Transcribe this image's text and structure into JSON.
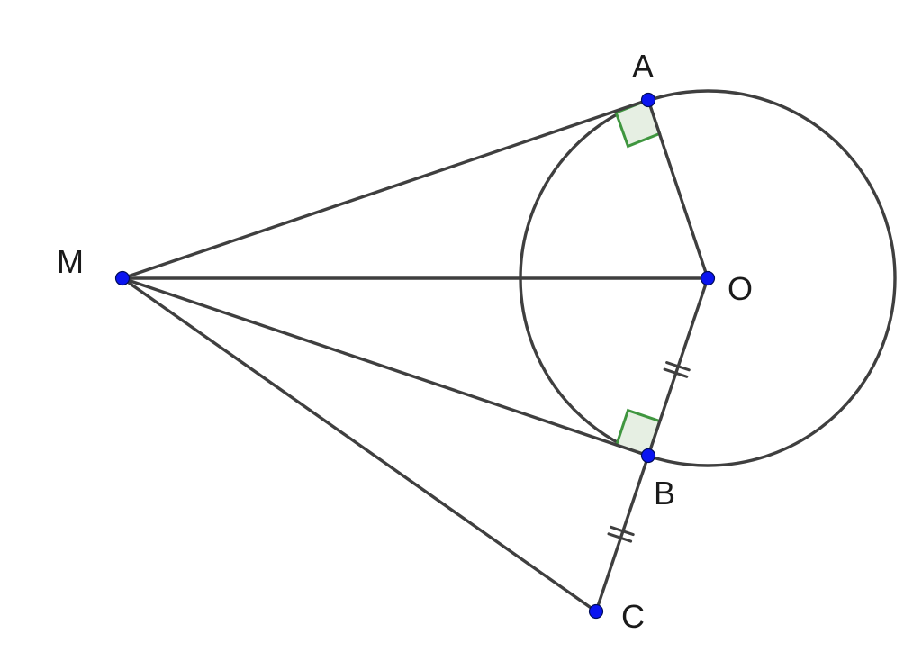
{
  "figure": {
    "points": {
      "A": {
        "label": "A"
      },
      "B": {
        "label": "B"
      },
      "C": {
        "label": "C"
      },
      "M": {
        "label": "M"
      },
      "O": {
        "label": "O"
      }
    },
    "segments": [
      "MA",
      "MO",
      "MB",
      "MC",
      "OA",
      "OB",
      "BC"
    ],
    "circle": {
      "center": "O",
      "through": "A"
    },
    "right_angles": [
      "OAM",
      "OBM"
    ],
    "equal_marks": [
      "OB",
      "BC"
    ],
    "colors": {
      "line": "#3f3f3f",
      "point": "#0a14f0",
      "right_angle_stroke": "#3f963f",
      "right_angle_fill": "#e6efe3"
    }
  }
}
